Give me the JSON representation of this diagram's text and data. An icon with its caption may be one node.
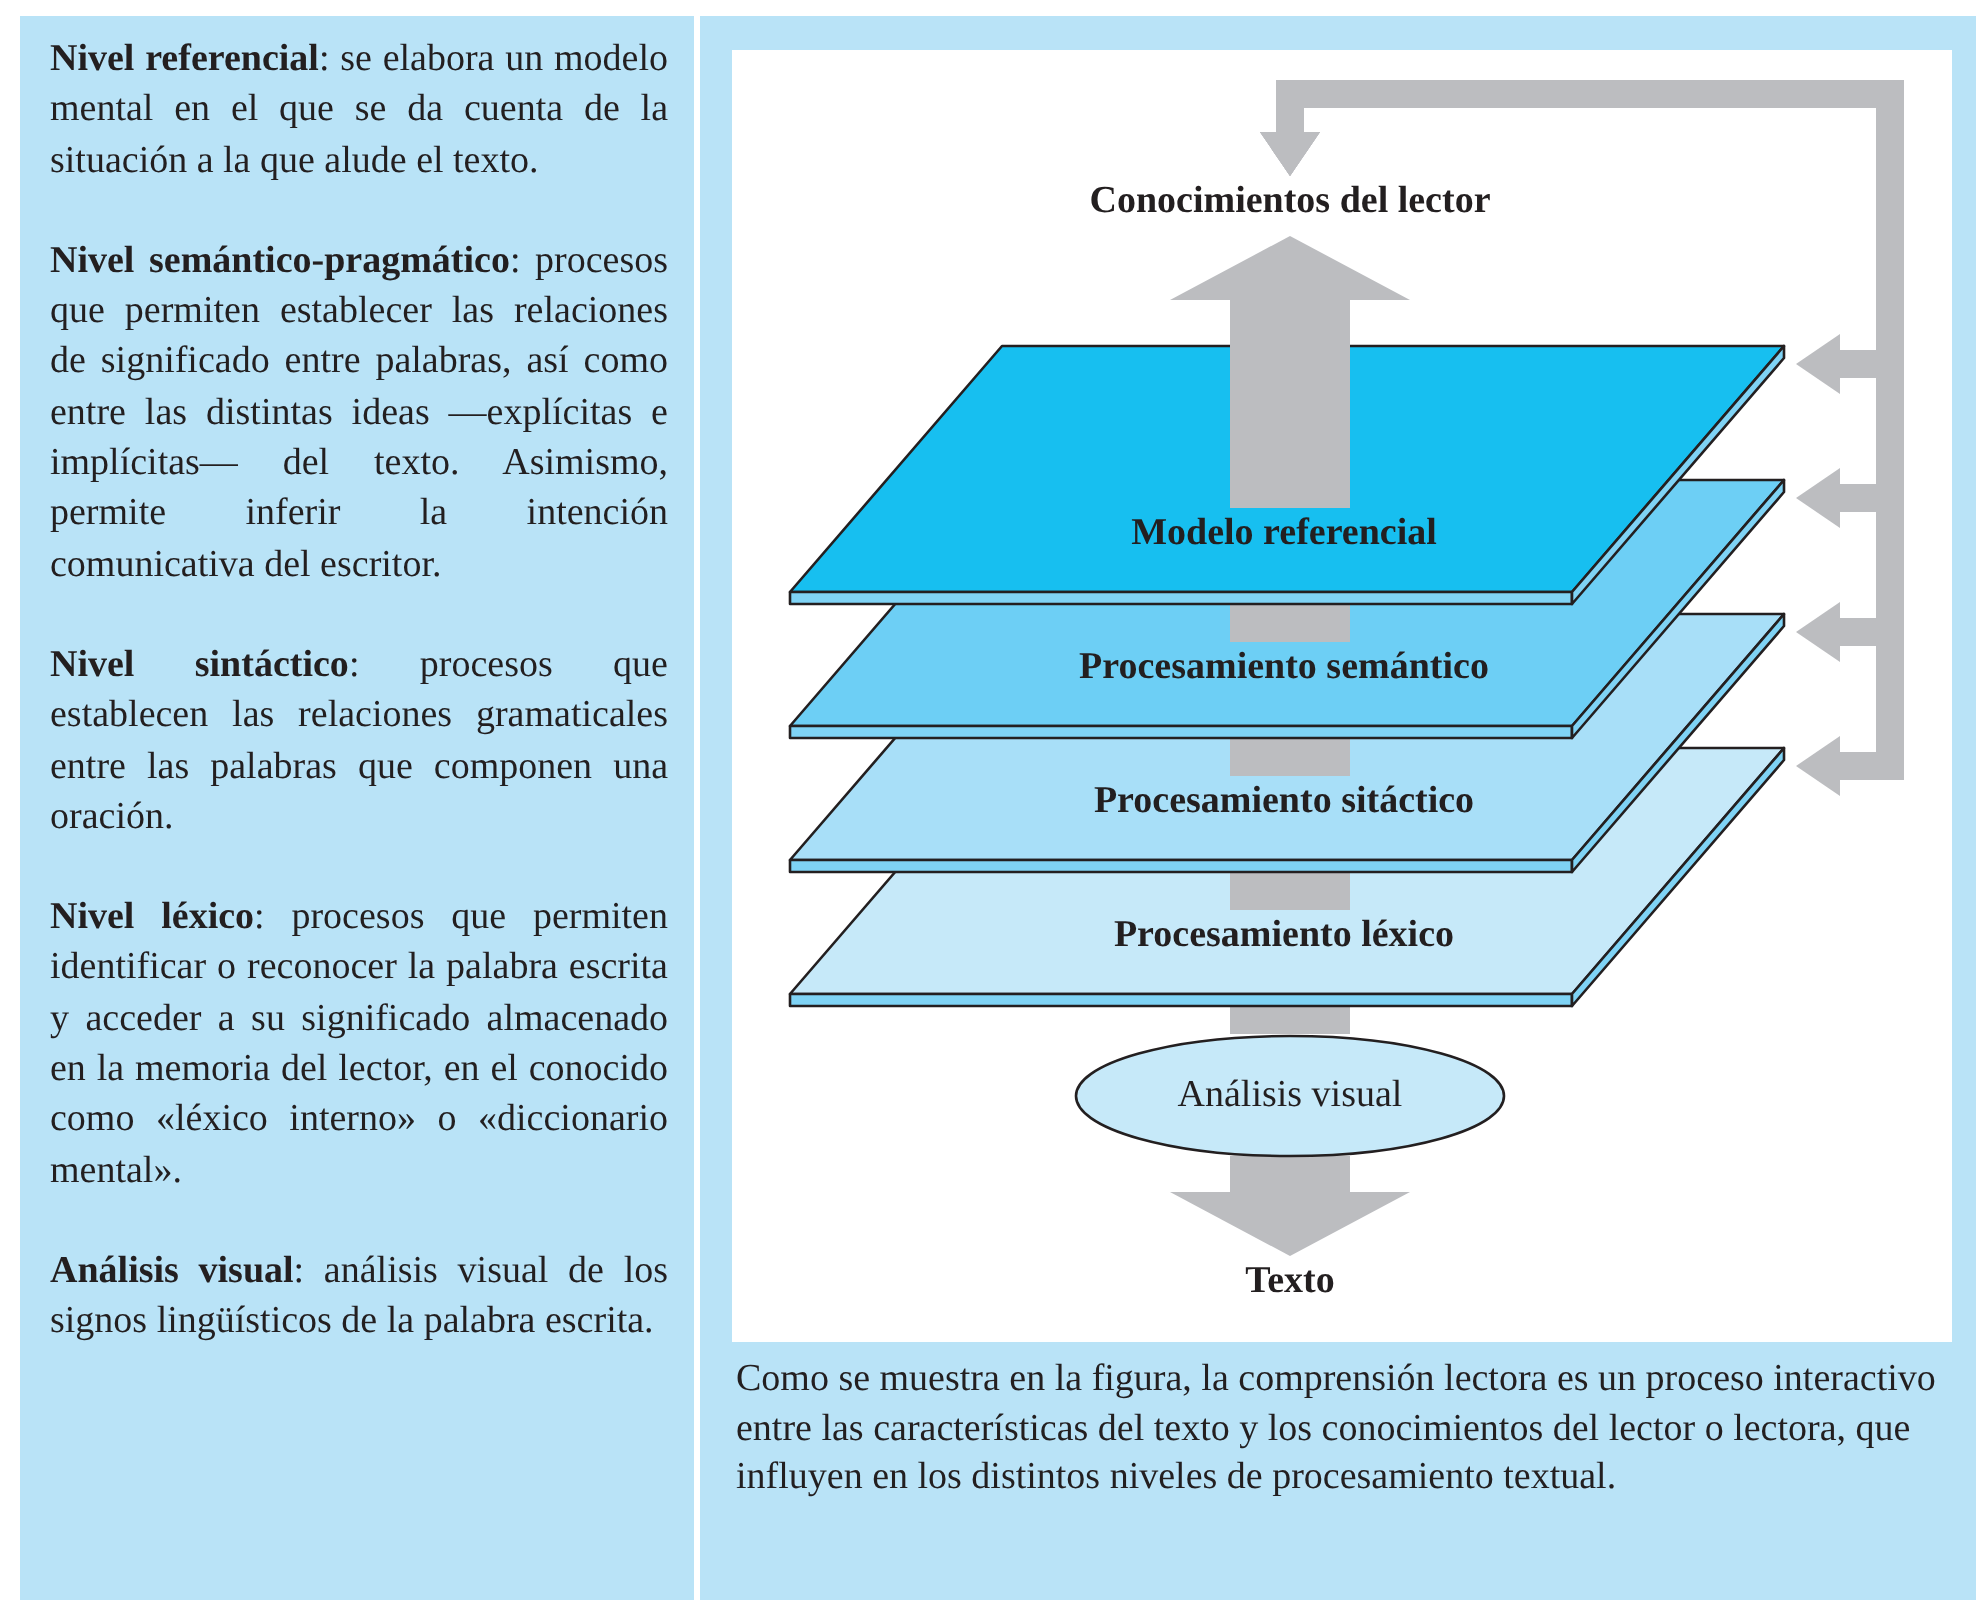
{
  "diagram": {
    "caption": "Como se muestra en la figura, la comprensión lectora es un proceso interactivo entre las características del texto y los conocimientos del lector o lectora, que influyen en los distintos niveles de procesamiento textual.",
    "nodes": [
      {
        "text": [
          "Conocimientos del lector"
        ]
      },
      {
        "text": [
          "Modelo referencial"
        ]
      },
      {
        "text": [
          "Procesamiento semántico"
        ]
      },
      {
        "text": [
          "Procesamiento sitáctico"
        ]
      },
      {
        "text": [
          "Procesamiento léxico"
        ]
      },
      {
        "text": [
          "Análisis visual"
        ]
      },
      {
        "text": [
          "Texto"
        ]
      }
    ],
    "edges": [
      {
        "from": 1,
        "to": 0,
        "arrow": "to"
      },
      {
        "from": 2,
        "to": 1,
        "arrow": "none"
      },
      {
        "from": 3,
        "to": 2,
        "arrow": "none"
      },
      {
        "from": 4,
        "to": 3,
        "arrow": "none"
      },
      {
        "from": 5,
        "to": 4,
        "arrow": "none"
      },
      {
        "from": 5,
        "to": 6,
        "arrow": "to"
      },
      {
        "from": 0,
        "to": 1,
        "arrow": "both"
      },
      {
        "from": 0,
        "to": 2,
        "arrow": "both"
      },
      {
        "from": 0,
        "to": 3,
        "arrow": "both"
      },
      {
        "from": 0,
        "to": 4,
        "arrow": "both"
      }
    ],
    "labels": [
      "**Nivel referencial**: se elabora un modelo mental en el que se da cuenta de la situación a la que alude el texto.",
      "**Nivel semántico-pragmático**: procesos que permiten establecer las relaciones de significado entre palabras, así como entre las distintas ideas —explícitas e implícitas— del texto. Asimismo, permite inferir la intención comunicativa del escritor.",
      "**Nivel sintáctico**: procesos que establecen las relaciones gramaticales entre las palabras que componen una oración.",
      "**Nivel léxico**: procesos que permiten identificar o reconocer la palabra escrita y acceder a su significado almacenado en la memoria del lector, en el conocido como «léxico interno» o «diccionario mental».",
      "**Análisis visual**: análisis visual de los signos lingüísticos de la palabra escrita."
    ]
  }
}
